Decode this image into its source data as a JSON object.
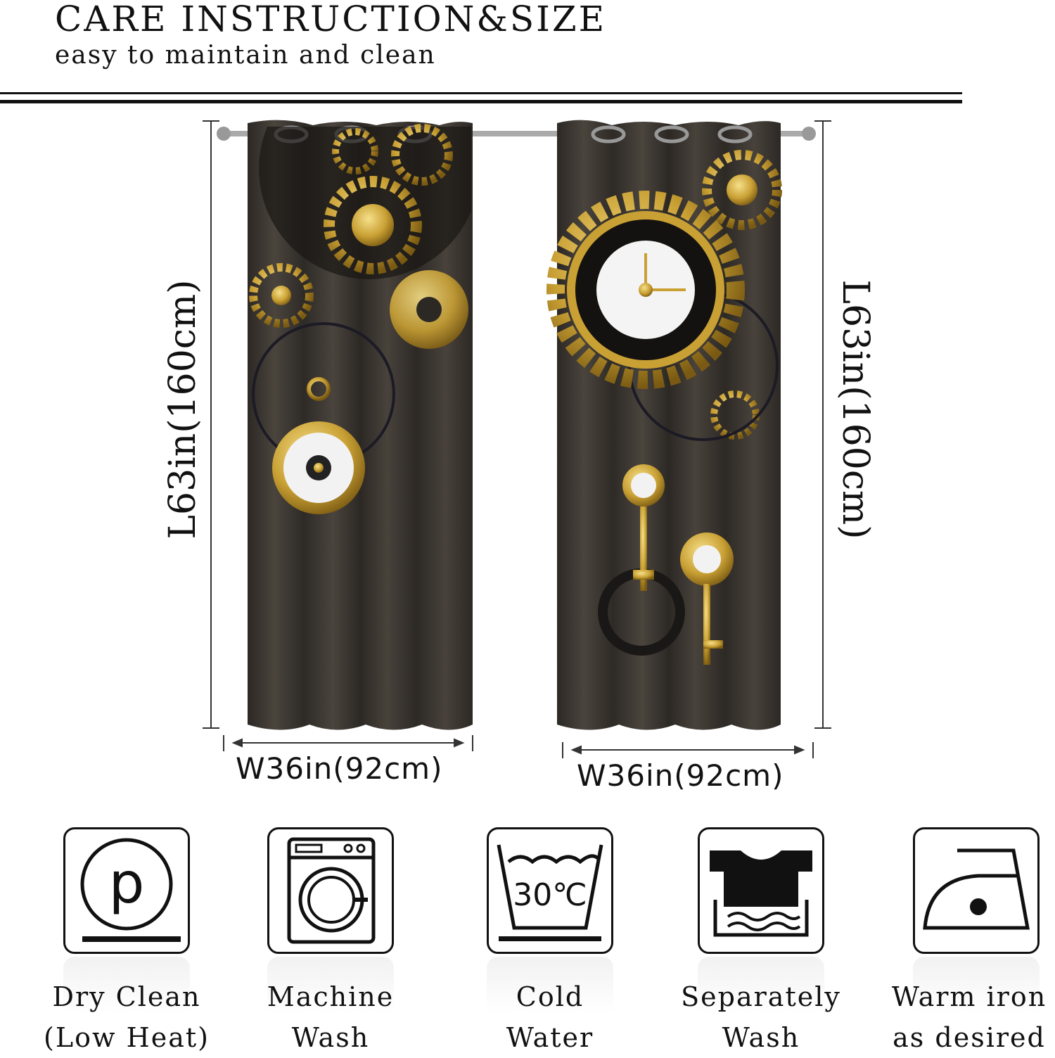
{
  "header": {
    "title": "CARE INSTRUCTION&SIZE",
    "subtitle": "easy to maintain and clean"
  },
  "dimensions": {
    "length_left": "L63in(160cm)",
    "length_right": "L63in(160cm)",
    "width_left": "W36in(92cm)",
    "width_right": "W36in(92cm)"
  },
  "care_items": [
    {
      "icon": "dry-clean-icon",
      "line1": "Dry Clean",
      "line2": "(Low Heat)"
    },
    {
      "icon": "machine-wash-icon",
      "line1": "Machine",
      "line2": "Wash"
    },
    {
      "icon": "cold-water-icon",
      "line1": "Cold",
      "line2": "Water",
      "temp": "30℃",
      "p_letter": "p"
    },
    {
      "icon": "separately-wash-icon",
      "line1": "Separately",
      "line2": "Wash"
    },
    {
      "icon": "warm-iron-icon",
      "line1": "Warm iron",
      "line2": "as desired"
    }
  ],
  "colors": {
    "curtain": "#3b3631",
    "gold": "#c9a034",
    "ink": "#111111"
  }
}
